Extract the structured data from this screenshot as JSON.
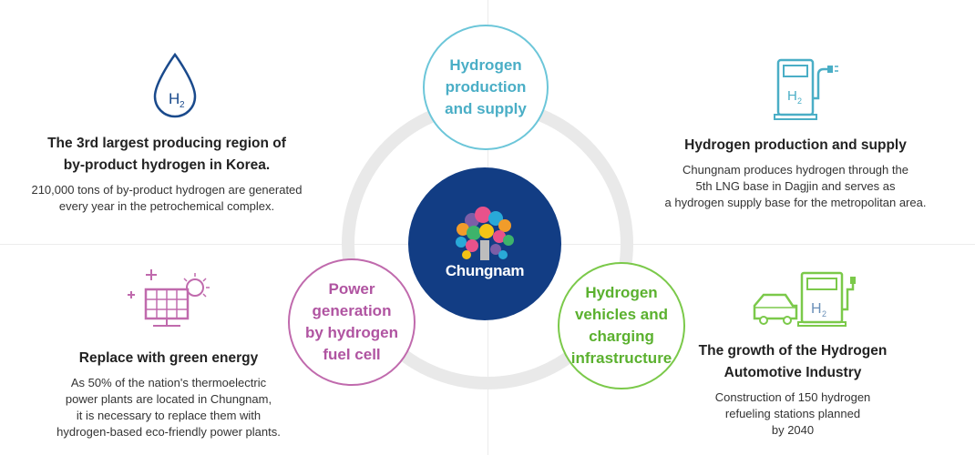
{
  "center": {
    "name": "Chungnam"
  },
  "bubbles": {
    "top": "Hydrogen production and supply",
    "left": "Power generation by hydrogen fuel cell",
    "right": "Hydrogen vehicles and charging infrastructure"
  },
  "blocks": {
    "top_left": {
      "title_lines": [
        "The 3rd largest producing region of",
        "by-product hydrogen in Korea."
      ],
      "desc_lines": [
        "210,000 tons of by-product hydrogen are generated",
        "every year in the petrochemical complex."
      ]
    },
    "top_right": {
      "title_lines": [
        "Hydrogen production and supply"
      ],
      "desc_lines": [
        "Chungnam produces hydrogen through the",
        "5th LNG base in Dagjin and serves as",
        "a hydrogen supply base for the metropolitan area."
      ]
    },
    "bottom_left": {
      "title_lines": [
        "Replace with green energy"
      ],
      "desc_lines": [
        "As 50% of the nation's thermoelectric",
        "power plants are located in Chungnam,",
        "it is necessary to replace them with",
        "hydrogen-based eco-friendly power plants."
      ]
    },
    "bottom_right": {
      "title_lines": [
        "The growth of the Hydrogen",
        "Automotive Industry"
      ],
      "desc_lines": [
        "Construction of 150 hydrogen",
        "refueling stations planned",
        "by 2040"
      ]
    }
  },
  "icons": {
    "droplet": {
      "name": "hydrogen-droplet-icon",
      "label_main": "H",
      "label_sub": "2",
      "color": "#1a4a8c"
    },
    "pump": {
      "name": "hydrogen-pump-icon",
      "label_main": "H",
      "label_sub": "2",
      "color": "#4aaec6"
    },
    "solar": {
      "name": "solar-panel-icon",
      "color": "#c06aad"
    },
    "car": {
      "name": "hydrogen-car-station-icon",
      "label_main": "H",
      "label_sub": "2",
      "color": "#7bc94a"
    }
  },
  "colors": {
    "navy": "#123d84",
    "teal": "#6cc6d9",
    "magenta": "#c06aad",
    "green": "#7bc94a",
    "ring": "#e9e9e9"
  }
}
